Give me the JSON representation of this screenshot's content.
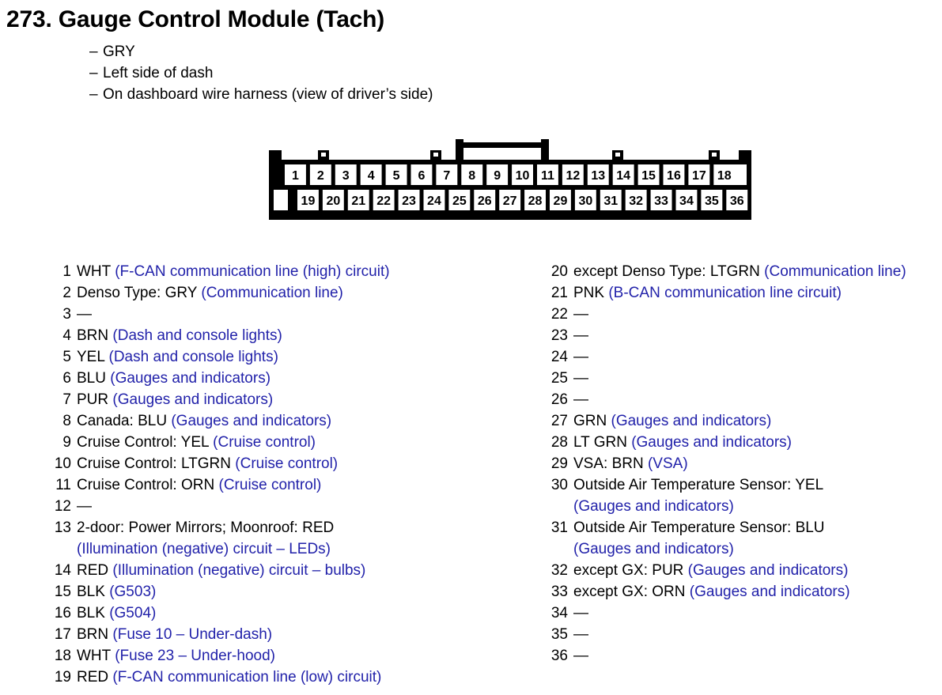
{
  "header": {
    "number": "273.",
    "title": "273.  Gauge Control Module (Tach)",
    "bullets": [
      {
        "dash": "–",
        "text": "GRY"
      },
      {
        "dash": "–",
        "text": "Left side of dash"
      },
      {
        "dash": "–",
        "text": "On dashboard wire harness (view of driver’s side)"
      }
    ]
  },
  "connector": {
    "name": "36-pin-connector",
    "top_row_pins": [
      "1",
      "2",
      "3",
      "4",
      "5",
      "6",
      "7",
      "8",
      "9",
      "10",
      "11",
      "12",
      "13",
      "14",
      "15",
      "16",
      "17",
      "18"
    ],
    "bottom_row_pins": [
      "19",
      "20",
      "21",
      "22",
      "23",
      "24",
      "25",
      "26",
      "27",
      "28",
      "29",
      "30",
      "31",
      "32",
      "33",
      "34",
      "35",
      "36"
    ],
    "colors": {
      "outline": "#000000",
      "fill": "#ffffff"
    }
  },
  "colors": {
    "text": "#000000",
    "circuit": "#2222aa",
    "background": "#ffffff"
  },
  "pins_left": [
    {
      "num": "1",
      "wire": "WHT ",
      "circuit": "(F-CAN communication line (high) circuit)"
    },
    {
      "num": "2",
      "wire": "Denso Type: GRY ",
      "circuit": "(Communication line)"
    },
    {
      "num": "3",
      "wire": "—",
      "circuit": ""
    },
    {
      "num": "4",
      "wire": "BRN ",
      "circuit": "(Dash and console lights)"
    },
    {
      "num": "5",
      "wire": "YEL ",
      "circuit": "(Dash and console lights)"
    },
    {
      "num": "6",
      "wire": "BLU ",
      "circuit": "(Gauges and indicators)"
    },
    {
      "num": "7",
      "wire": "PUR ",
      "circuit": "(Gauges and indicators)"
    },
    {
      "num": "8",
      "wire": "Canada: BLU ",
      "circuit": "(Gauges and indicators)"
    },
    {
      "num": "9",
      "wire": "Cruise Control: YEL ",
      "circuit": "(Cruise control)"
    },
    {
      "num": "10",
      "wire": "Cruise Control: LTGRN  ",
      "circuit": "(Cruise control)"
    },
    {
      "num": "11",
      "wire": "Cruise Control: ORN ",
      "circuit": "(Cruise control)"
    },
    {
      "num": "12",
      "wire": "—",
      "circuit": ""
    },
    {
      "num": "13",
      "wire": "2-door: Power Mirrors; Moonroof: RED",
      "circuit": "",
      "cont": "(Illumination (negative) circuit – LEDs)"
    },
    {
      "num": "14",
      "wire": "RED ",
      "circuit": "(Illumination (negative) circuit – bulbs)"
    },
    {
      "num": "15",
      "wire": "BLK ",
      "circuit": "(G503)"
    },
    {
      "num": "16",
      "wire": "BLK ",
      "circuit": "(G504)"
    },
    {
      "num": "17",
      "wire": "BRN ",
      "circuit": "(Fuse 10 – Under-dash)"
    },
    {
      "num": "18",
      "wire": "WHT ",
      "circuit": "(Fuse 23 – Under-hood)"
    },
    {
      "num": "19",
      "wire": "RED ",
      "circuit": "(F-CAN communication line (low) circuit)"
    }
  ],
  "pins_right": [
    {
      "num": "20",
      "wire": "except Denso Type: LTGRN  ",
      "circuit": "(Communication line)"
    },
    {
      "num": "21",
      "wire": "PNK ",
      "circuit": "(B-CAN communication line circuit)"
    },
    {
      "num": "22",
      "wire": "—",
      "circuit": ""
    },
    {
      "num": "23",
      "wire": "—",
      "circuit": ""
    },
    {
      "num": "24",
      "wire": "—",
      "circuit": ""
    },
    {
      "num": "25",
      "wire": "—",
      "circuit": ""
    },
    {
      "num": "26",
      "wire": "—",
      "circuit": ""
    },
    {
      "num": "27",
      "wire": "GRN ",
      "circuit": "(Gauges and indicators)"
    },
    {
      "num": "28",
      "wire": "LT GRN ",
      "circuit": "(Gauges and indicators)"
    },
    {
      "num": "29",
      "wire": "VSA: BRN ",
      "circuit": "(VSA)"
    },
    {
      "num": "30",
      "wire": "Outside Air Temperature Sensor: YEL",
      "circuit": "",
      "cont": "(Gauges and indicators)"
    },
    {
      "num": "31",
      "wire": "Outside Air Temperature Sensor: BLU",
      "circuit": "",
      "cont": "(Gauges and indicators)"
    },
    {
      "num": "32",
      "wire": "except GX: PUR ",
      "circuit": "(Gauges and indicators)"
    },
    {
      "num": "33",
      "wire": "except GX: ORN ",
      "circuit": "(Gauges and indicators)"
    },
    {
      "num": "34",
      "wire": "—",
      "circuit": ""
    },
    {
      "num": "35",
      "wire": "—",
      "circuit": ""
    },
    {
      "num": "36",
      "wire": "—",
      "circuit": ""
    }
  ]
}
